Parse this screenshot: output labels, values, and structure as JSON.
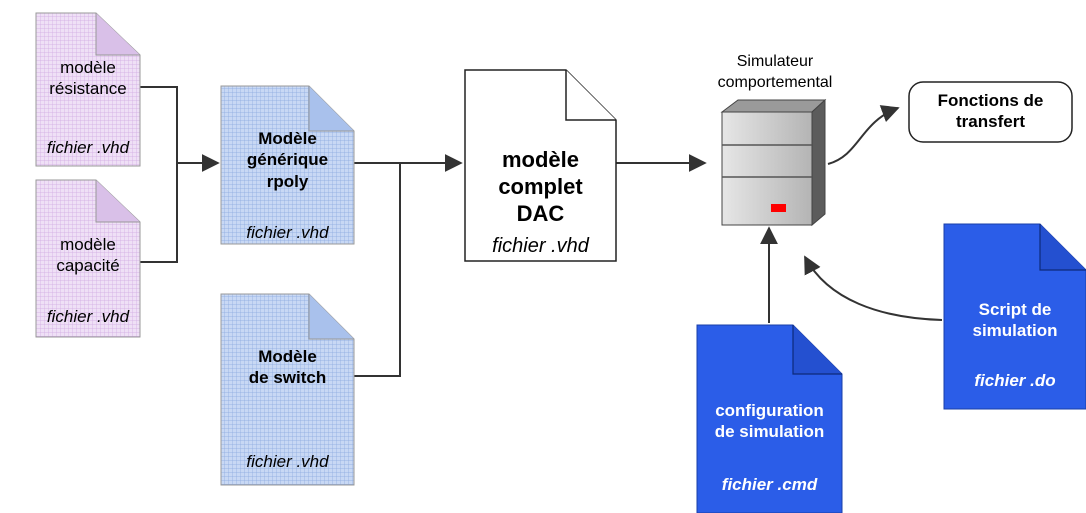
{
  "documents": {
    "resistance": {
      "line1": "modèle",
      "line2": "résistance",
      "file": "fichier .vhd"
    },
    "capacite": {
      "line1": "modèle",
      "line2": "capacité",
      "file": "fichier .vhd"
    },
    "generique": {
      "line1": "Modèle",
      "line2": "générique",
      "line3": "rpoly",
      "file": "fichier .vhd"
    },
    "switch": {
      "line1": "Modèle",
      "line2": "de switch",
      "file": "fichier .vhd"
    },
    "complet": {
      "line1": "modèle",
      "line2": "complet",
      "line3": "DAC",
      "file": "fichier .vhd"
    },
    "config": {
      "line1": "configuration",
      "line2": "de simulation",
      "file": "fichier .cmd"
    },
    "script": {
      "line1": "Script de",
      "line2": "simulation",
      "file": "fichier .do"
    }
  },
  "simulator": {
    "line1": "Simulateur",
    "line2": "comportemental"
  },
  "output": {
    "line1": "Fonctions de",
    "line2": "transfert"
  },
  "colors": {
    "pink": "#e8d4f2",
    "light_blue": "#bcd0f2",
    "blue": "#2b5de8",
    "white": "#ffffff",
    "server_body": "#cfcfcf",
    "led": "#ff0000"
  }
}
